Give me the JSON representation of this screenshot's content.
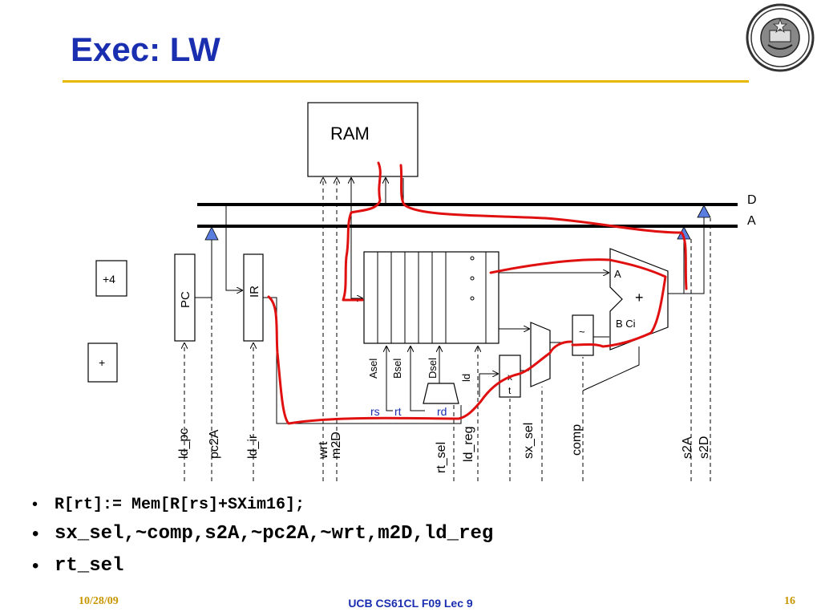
{
  "slide": {
    "title": "Exec: LW",
    "bullets": [
      "R[rt]:= Mem[R[rs]+SXim16];",
      "sx_sel,~comp,s2A,~pc2A,~wrt,m2D,ld_reg",
      "rt_sel"
    ],
    "footer": {
      "date": "10/28/09",
      "course": "UCB CS61CL F09 Lec 9",
      "page": "16"
    }
  },
  "diagram": {
    "ram_label": "RAM",
    "bus_d": "D",
    "bus_a": "A",
    "plus4_label": "+4",
    "plus_label": "+",
    "pc_label": "PC",
    "ir_label": "IR",
    "alu_a": "A",
    "alu_plus": "+",
    "alu_b_ci": "B Ci",
    "ext_x": "x",
    "ext_t": "t",
    "comp_sym": "~",
    "asel": "Asel",
    "bsel": "Bsel",
    "dsel": "Dsel",
    "ld": "ld",
    "rs": "rs",
    "rt": "rt",
    "rd": "rd",
    "signals": [
      "ld_pc",
      "pc2A",
      "ld_ir",
      "wrt",
      "m2D",
      "rt_sel",
      "ld_reg",
      "sx_sel",
      "comp",
      "s2A",
      "s2D"
    ]
  },
  "colors": {
    "title": "#1a2fb0",
    "rule": "#e8b800",
    "footer_gold": "#c89600",
    "footer_blue": "#1a2fb0",
    "active_path": "#e01010",
    "driver_triangle": "#5a7ee0",
    "label_blue": "#1a2fb0"
  }
}
